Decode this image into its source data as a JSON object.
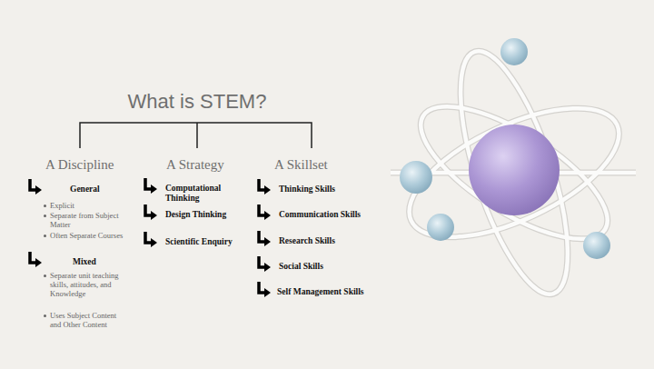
{
  "diagram": {
    "title": "What is STEM?",
    "labels": [
      "A Discipline",
      "General",
      "Explicit",
      "Separate from Subject Matter",
      "Often Separate Courses",
      "Mixed",
      "Separate unit teaching skills, attitudes, and Knowledge",
      "Uses Subject Content and Other Content",
      "A Strategy",
      "Computational Thinking",
      "Design Thinking",
      "Scientific Enquiry",
      "A Skillset",
      "Thinking Skills",
      "Communication Skills",
      "Research Skills",
      "Social Skills",
      "Self Management Skills"
    ]
  }
}
